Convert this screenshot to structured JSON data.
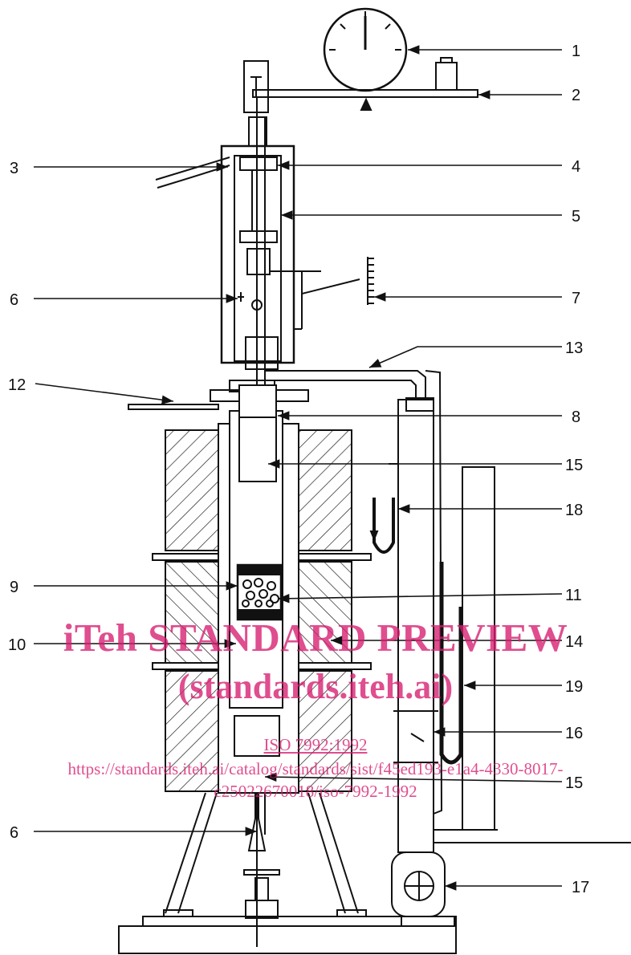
{
  "labels": {
    "l1": "1",
    "l2": "2",
    "l3": "3",
    "l4": "4",
    "l5": "5",
    "l6a": "6",
    "l7": "7",
    "l8": "8",
    "l9": "9",
    "l10": "10",
    "l11": "11",
    "l12": "12",
    "l13": "13",
    "l14": "14",
    "l15a": "15",
    "l15b": "15",
    "l16": "16",
    "l17": "17",
    "l18": "18",
    "l19": "19",
    "l6b": "6"
  },
  "watermark": {
    "title": "iTeh STANDARD PREVIEW",
    "subtitle": "(standards.iteh.ai)",
    "standard": "ISO 7992:1992",
    "url_line1": "https://standards.iteh.ai/catalog/standards/sist/f45ed193-e1a4-4330-8017-",
    "url_line2": "c25022670018/iso-7992-1992"
  },
  "colors": {
    "ink": "#111111",
    "watermark": "#d61c70",
    "paper": "#ffffff"
  }
}
